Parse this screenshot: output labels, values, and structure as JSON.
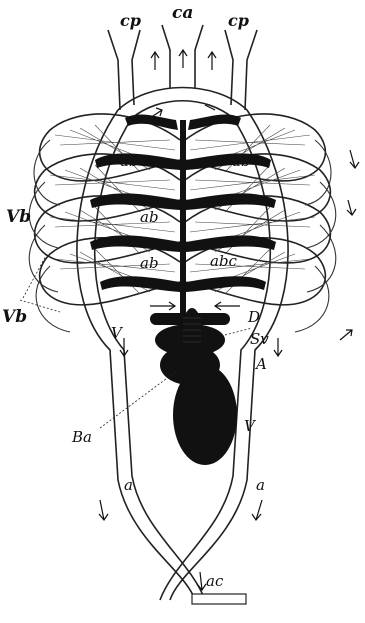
{
  "labels": {
    "cp_left": "cp",
    "ca": "ca",
    "cp_right": "cp",
    "ab_1_left": "ab",
    "ab_1_right": "ab",
    "ab_2": "ab",
    "ab_3": "ab",
    "abc": "abc",
    "vb_1": "Vb",
    "vb_2": "Vb",
    "d": "D",
    "sv": "Sv",
    "v_left": "V",
    "a_atrium": "A",
    "v_ventricle": "V",
    "ba": "Ba",
    "a_left": "a",
    "a_right": "a",
    "ac": "ac"
  }
}
